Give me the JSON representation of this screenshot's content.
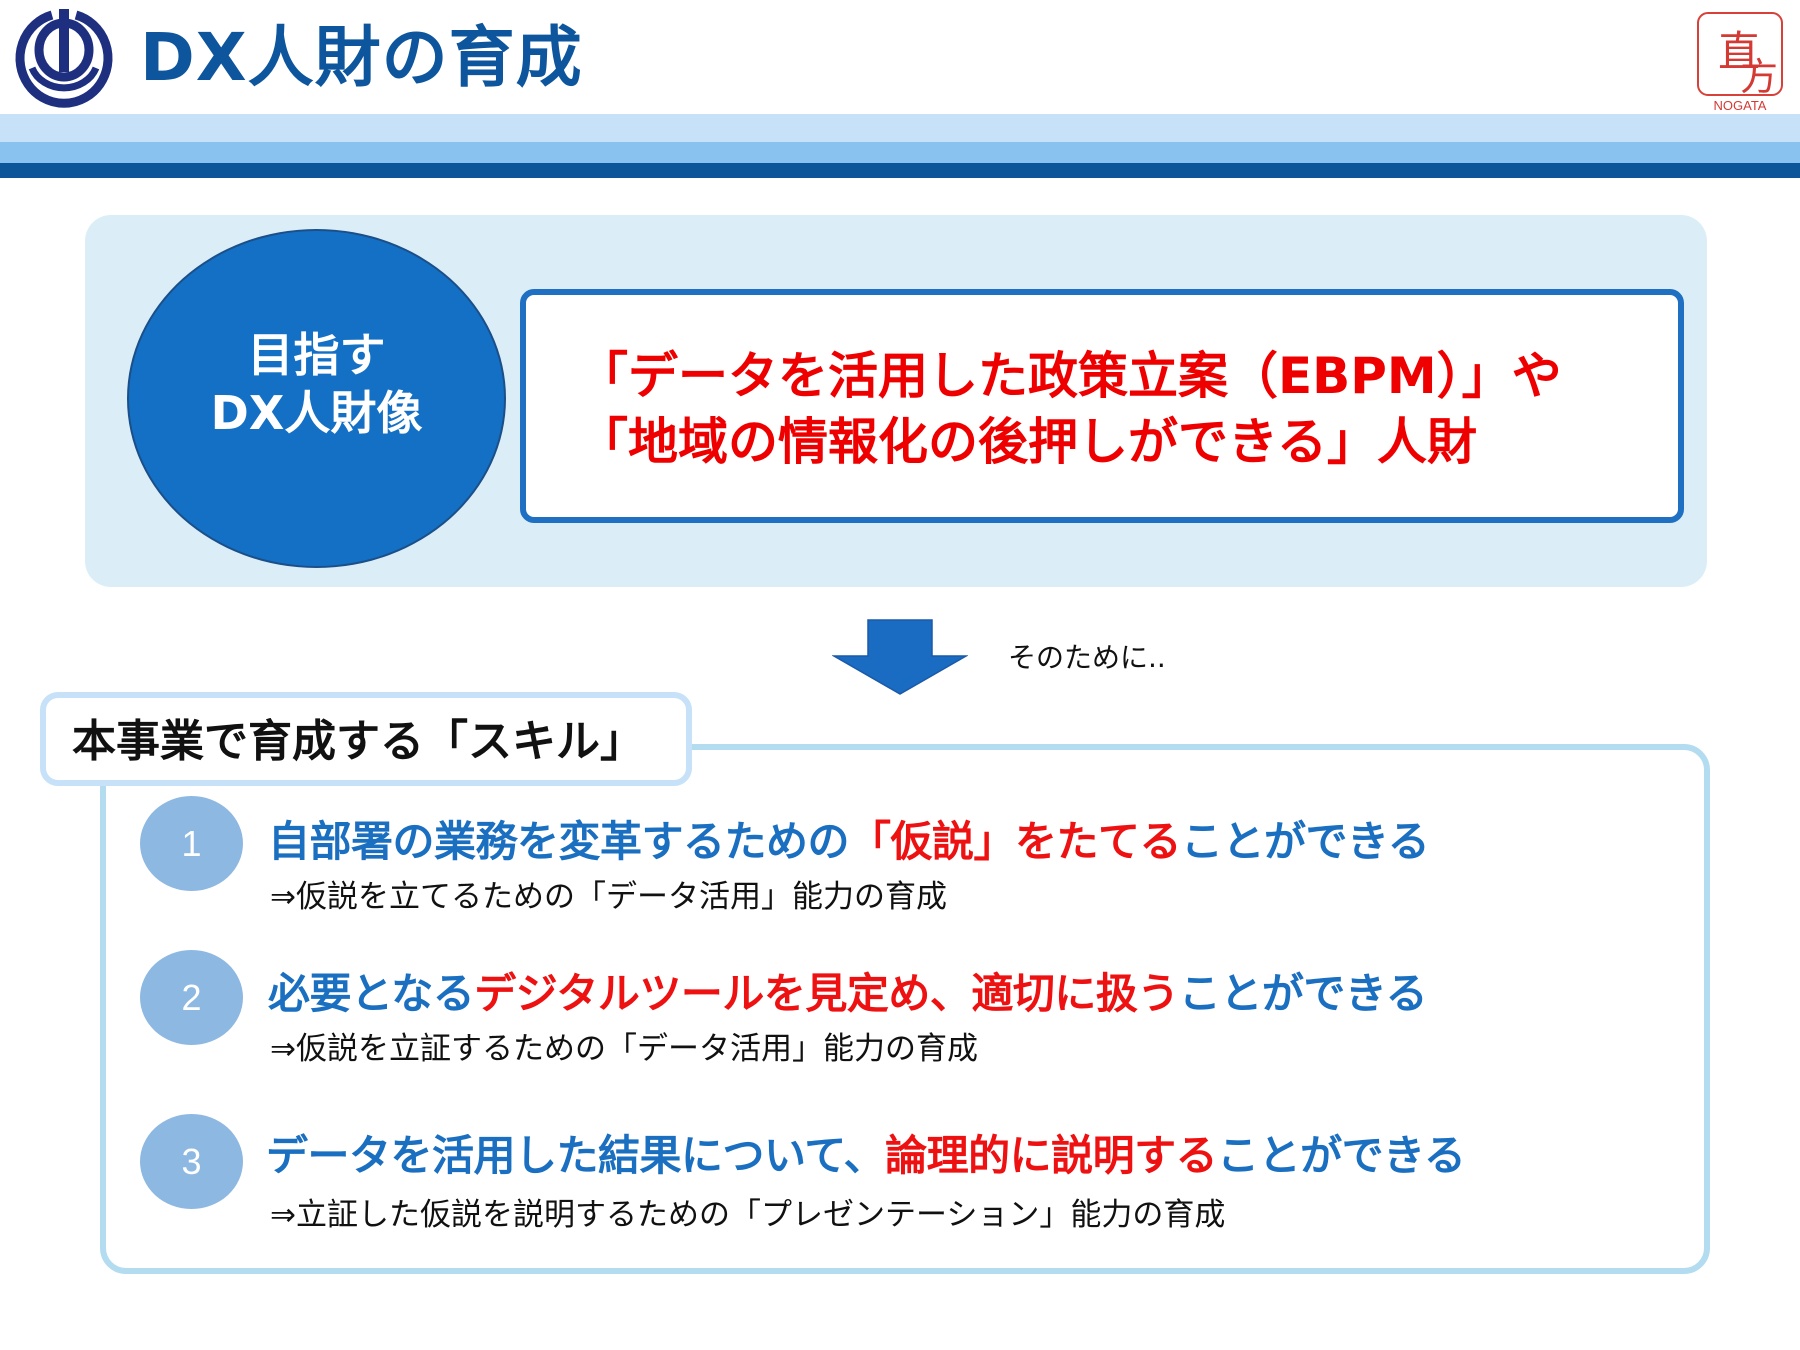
{
  "header": {
    "title": "DX人財の育成",
    "logo_left": "city-emblem",
    "logo_right": {
      "kanji": "直方",
      "caption": "NOGATA"
    }
  },
  "colors": {
    "title_blue": "#0d559c",
    "band_light": "#c6e1f8",
    "band_mid": "#89c1ef",
    "band_dark": "#0c5598",
    "accent_red": "#ee1111",
    "accent_blue": "#1a6fc0",
    "circle_blue": "#1470c5",
    "number_circle": "#8db8e2"
  },
  "goal": {
    "circle_line1": "目指す",
    "circle_line2": "DX人財像",
    "statement_line1": "「データを活用した政策立案（EBPM）」や",
    "statement_line2": "「地域の情報化の後押しができる」人財"
  },
  "transition": {
    "arrow_icon": "down-arrow",
    "caption": "そのために.."
  },
  "skills": {
    "section_label": "本事業で育成する「スキル」",
    "items": [
      {
        "number": "1",
        "headline": [
          {
            "text": "自部署の業務を変革するための",
            "color": "blue"
          },
          {
            "text": "「仮説」をたてる",
            "color": "red"
          },
          {
            "text": "ことができる",
            "color": "blue"
          }
        ],
        "subline": "⇒仮説を立てるための「データ活用」能力の育成"
      },
      {
        "number": "2",
        "headline": [
          {
            "text": "必要となる",
            "color": "blue"
          },
          {
            "text": "デジタルツールを見定め、適切に扱う",
            "color": "red"
          },
          {
            "text": "ことができる",
            "color": "blue"
          }
        ],
        "subline": "⇒仮説を立証するための「データ活用」能力の育成"
      },
      {
        "number": "3",
        "headline": [
          {
            "text": "データを活用した結果について、",
            "color": "blue"
          },
          {
            "text": "論理的に説明する",
            "color": "red"
          },
          {
            "text": "ことができる",
            "color": "blue"
          }
        ],
        "subline": "⇒立証した仮説を説明するための「プレゼンテーション」能力の育成"
      }
    ]
  }
}
